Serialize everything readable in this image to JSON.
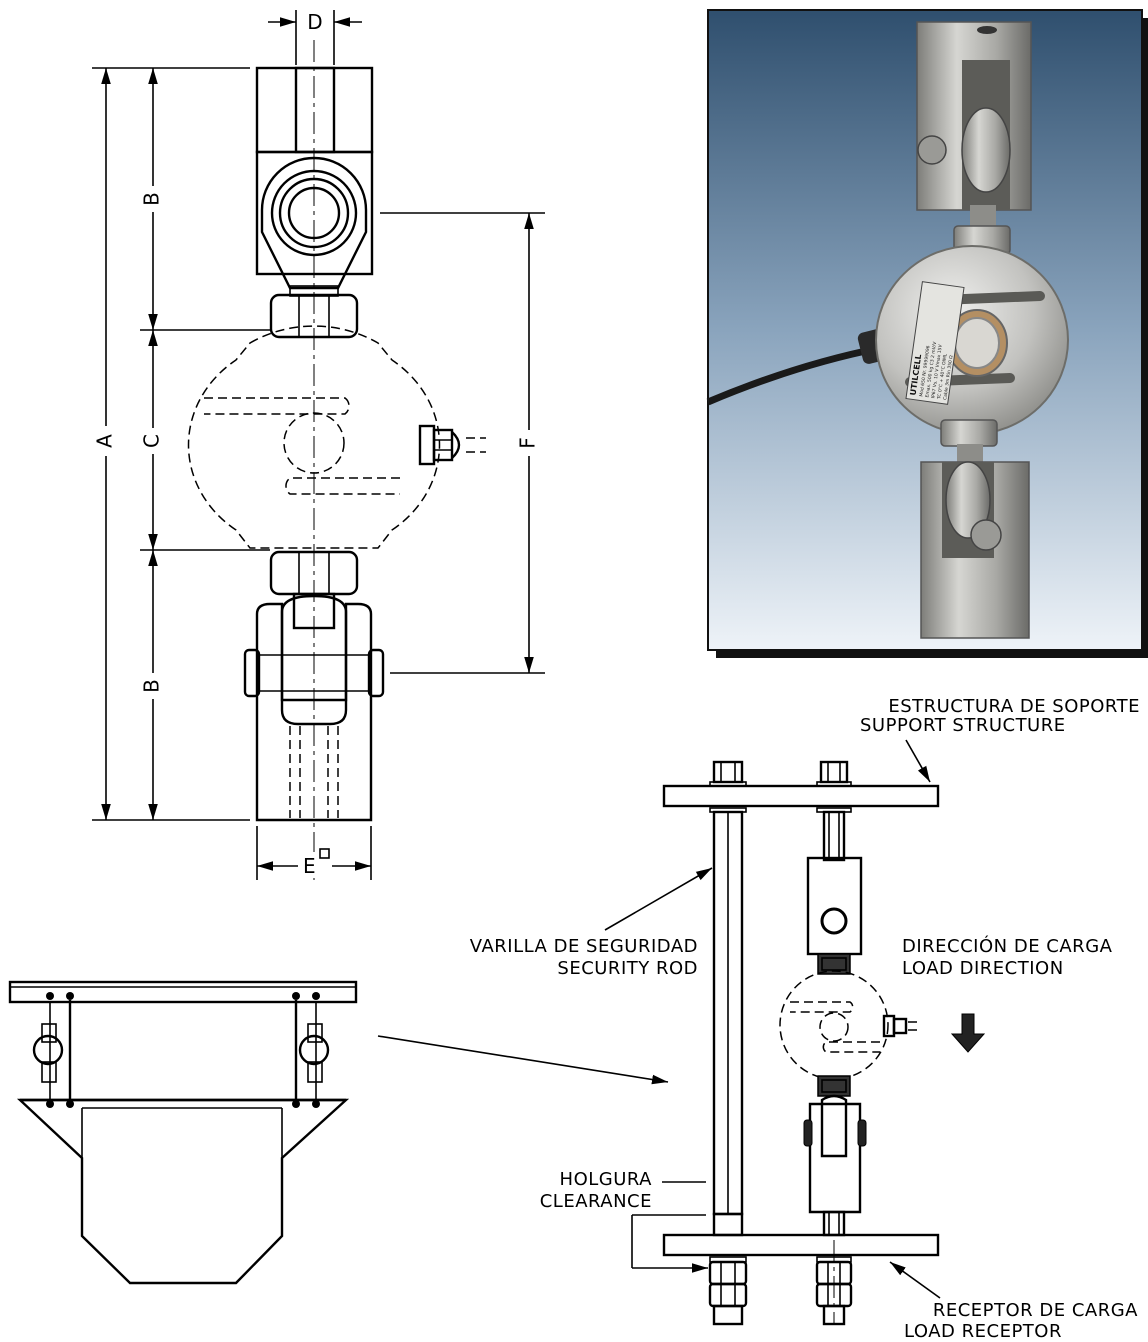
{
  "dimensions": {
    "A": "A",
    "B_top": "B",
    "B_bottom": "B",
    "C": "C",
    "D": "D",
    "E": "E",
    "F": "F"
  },
  "labels": {
    "support_es": "ESTRUCTURA DE SOPORTE",
    "support_en": "SUPPORT STRUCTURE",
    "rod_es": "VARILLA DE SEGURIDAD",
    "rod_en": "SECURITY ROD",
    "direction_es": "DIRECCIÓN DE CARGA",
    "direction_en": "LOAD DIRECTION",
    "clearance_es": "HOLGURA",
    "clearance_en": "CLEARANCE",
    "receptor_es": "RECEPTOR DE CARGA",
    "receptor_en": "LOAD RECEPTOR"
  },
  "photo": {
    "plate_brand": "UTILCELL",
    "plate_lines": [
      "Mod 650 Nr. 99999096",
      "Emax. 500 kg  C3  2 mV/V",
      "IP67  Vs. 10 V  Vmax 15V",
      "TC 0°C + 40°C  OIML",
      "Cable 3m  Rin 350 Ω"
    ]
  },
  "colors": {
    "photo_top": "#2f4f6e",
    "photo_bottom": "#eef3f8",
    "metal": "#b8b8b4"
  }
}
